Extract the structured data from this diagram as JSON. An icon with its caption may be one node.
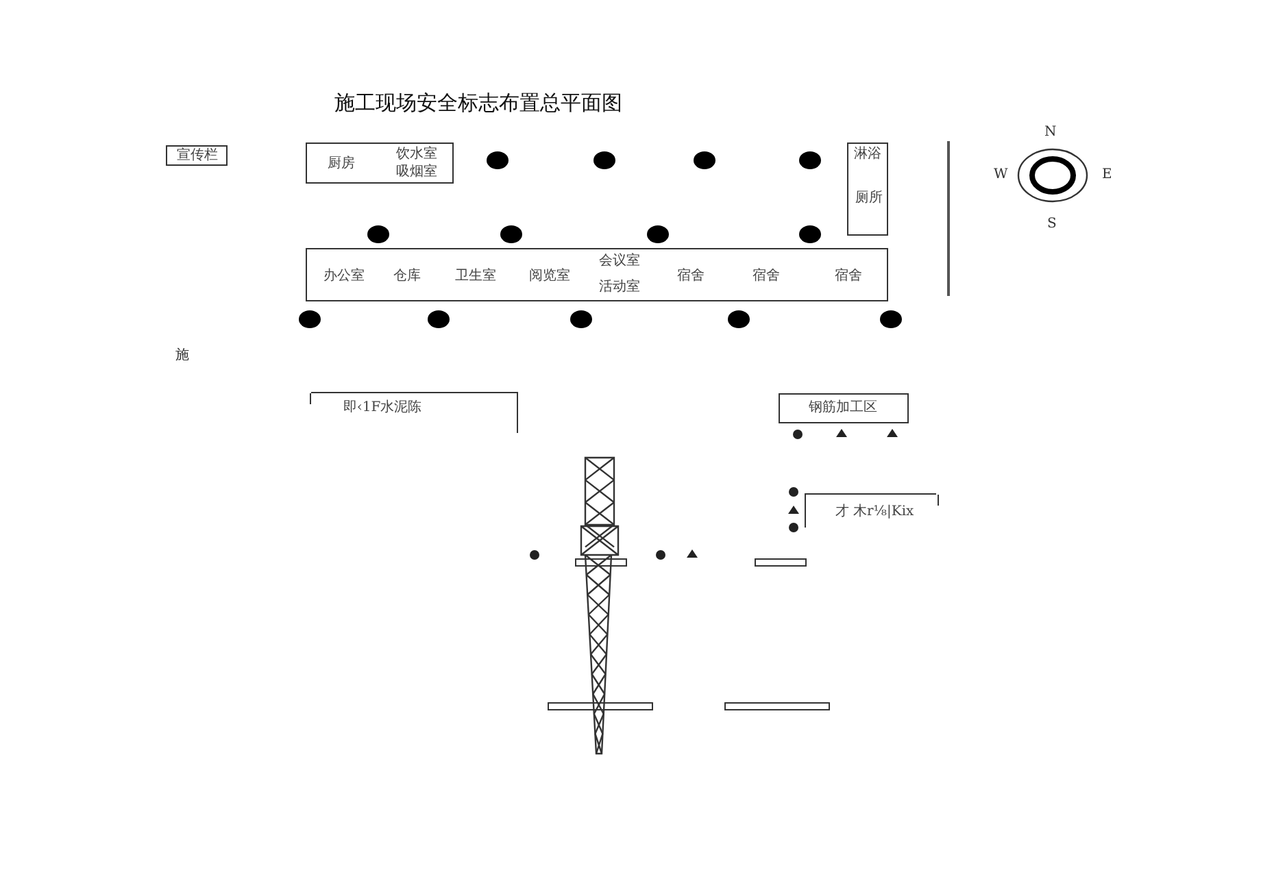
{
  "diagram": {
    "title": "施工现场安全标志布置总平面图",
    "nodes": [
      {
        "text": [
          "宣传栏"
        ]
      },
      {
        "text": [
          "厨房",
          "饮水室",
          "吸烟室"
        ]
      },
      {
        "text": [
          "淋浴",
          "厕所"
        ]
      },
      {
        "text": [
          "办公室",
          "仓库",
          "卫生室",
          "阅览室",
          "会议室",
          "活动室",
          "宿舍",
          "宿舍",
          "宿舍"
        ]
      },
      {
        "text": [
          "即‹1F水泥陈"
        ]
      },
      {
        "text": [
          "钢筋加工区"
        ]
      },
      {
        "text": [
          "才 木r⅛|Kix"
        ]
      }
    ],
    "labels": [
      "施",
      "N",
      "W",
      "E",
      "S"
    ]
  }
}
